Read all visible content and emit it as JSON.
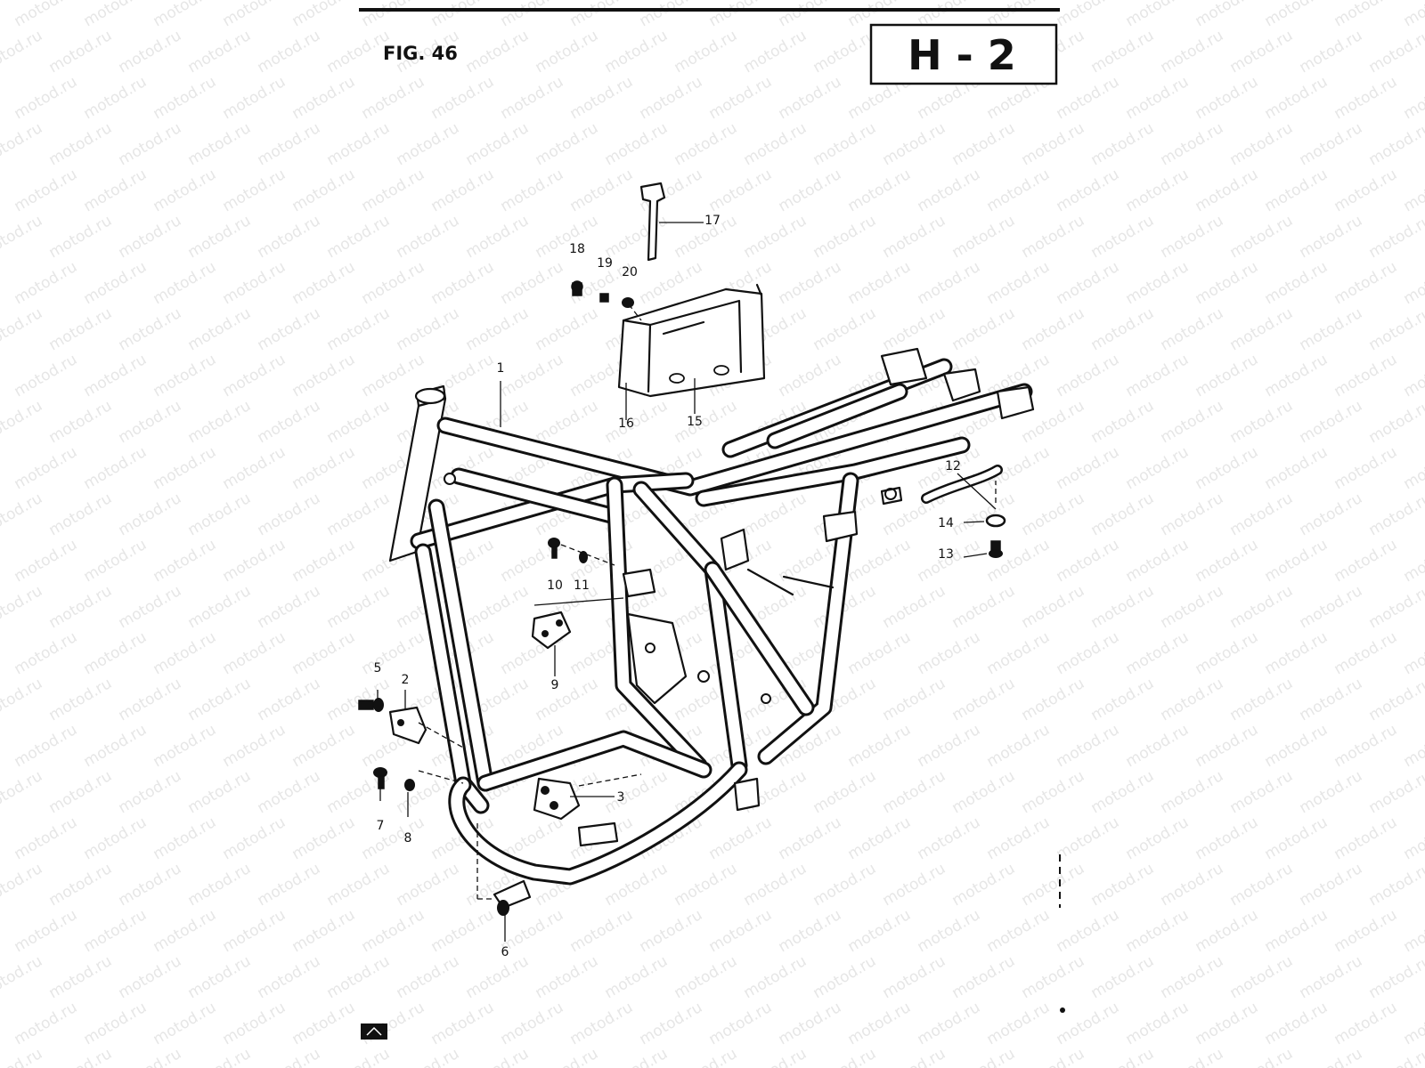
{
  "figure_label": "FIG. 46",
  "group_code": "H - 2",
  "watermark_text": "motod.ru",
  "callouts": [
    {
      "id": "1",
      "text": "1"
    },
    {
      "id": "2",
      "text": "2"
    },
    {
      "id": "3",
      "text": "3"
    },
    {
      "id": "5",
      "text": "5"
    },
    {
      "id": "6",
      "text": "6"
    },
    {
      "id": "7",
      "text": "7"
    },
    {
      "id": "8",
      "text": "8"
    },
    {
      "id": "9",
      "text": "9"
    },
    {
      "id": "10",
      "text": "10"
    },
    {
      "id": "11",
      "text": "11"
    },
    {
      "id": "12",
      "text": "12"
    },
    {
      "id": "13",
      "text": "13"
    },
    {
      "id": "14",
      "text": "14"
    },
    {
      "id": "15",
      "text": "15"
    },
    {
      "id": "16",
      "text": "16"
    },
    {
      "id": "17",
      "text": "17"
    },
    {
      "id": "18",
      "text": "18"
    },
    {
      "id": "19",
      "text": "19"
    },
    {
      "id": "20",
      "text": "20"
    }
  ],
  "colors": {
    "ink": "#111111",
    "paper": "#ffffff",
    "watermark": "#e6e6e6"
  }
}
